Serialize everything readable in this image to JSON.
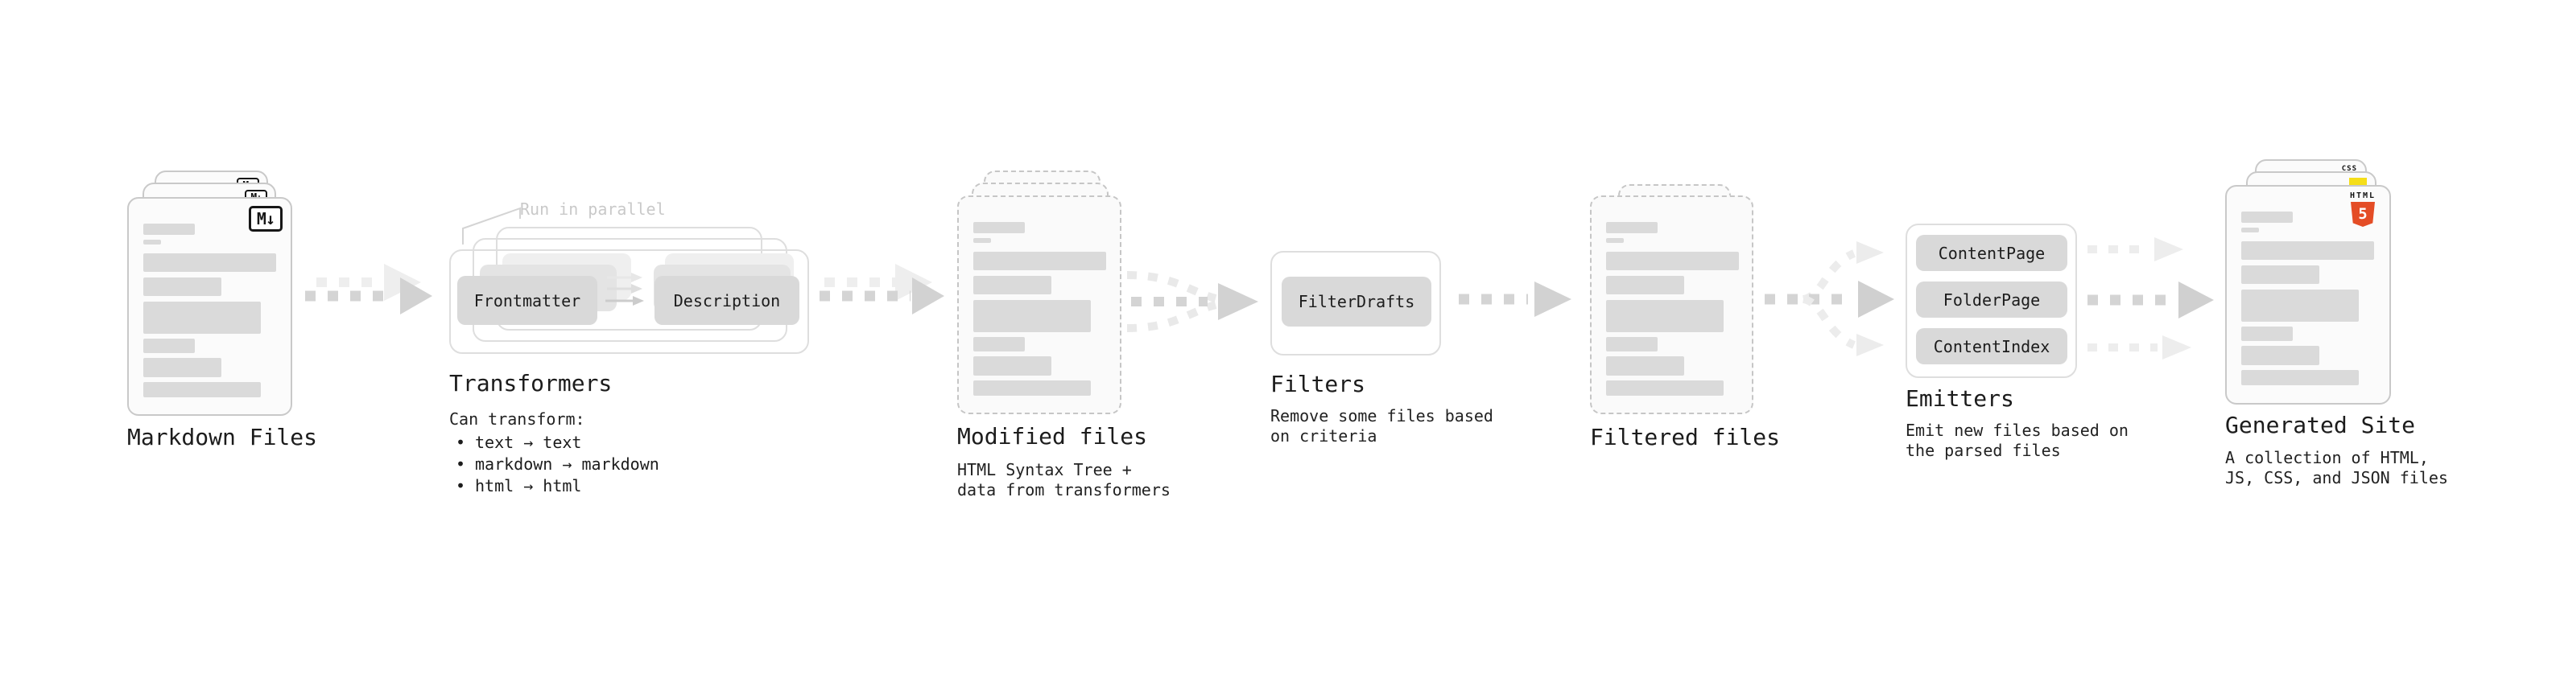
{
  "stages": {
    "markdown": {
      "title": "Markdown Files",
      "badge": "M↓"
    },
    "transformers": {
      "title": "Transformers",
      "note": "Run in parallel",
      "bullet": "•",
      "buttons": {
        "frontmatter": "Frontmatter",
        "description": "Description"
      },
      "desc_heading": "Can transform:",
      "bullets": [
        "text → text",
        "markdown → markdown",
        "html → html"
      ]
    },
    "modified": {
      "title": "Modified files",
      "subtitle": "HTML Syntax Tree +\ndata from transformers"
    },
    "filters": {
      "title": "Filters",
      "buttons": {
        "filter_drafts": "FilterDrafts"
      },
      "subtitle": "Remove some files based\non criteria"
    },
    "filtered": {
      "title": "Filtered files"
    },
    "emitters": {
      "title": "Emitters",
      "buttons": {
        "content_page": "ContentPage",
        "folder_page": "FolderPage",
        "content_index": "ContentIndex"
      },
      "subtitle": "Emit new files based on\nthe parsed files"
    },
    "generated": {
      "title": "Generated Site",
      "subtitle": "A collection of HTML,\nJS, CSS, and JSON files",
      "badges": {
        "html_word": "HTML",
        "html_num": "5",
        "css": "CSS"
      }
    }
  },
  "colors": {
    "arrow_main": "#d4d4d4",
    "arrow_ghost": "#eeeeee",
    "arrow_light": "#ebebeb",
    "chip_bg": "#d9d9d9",
    "html5_orange": "#e44d26",
    "js_yellow": "#f5de19",
    "css_blue": "#2965f1"
  }
}
